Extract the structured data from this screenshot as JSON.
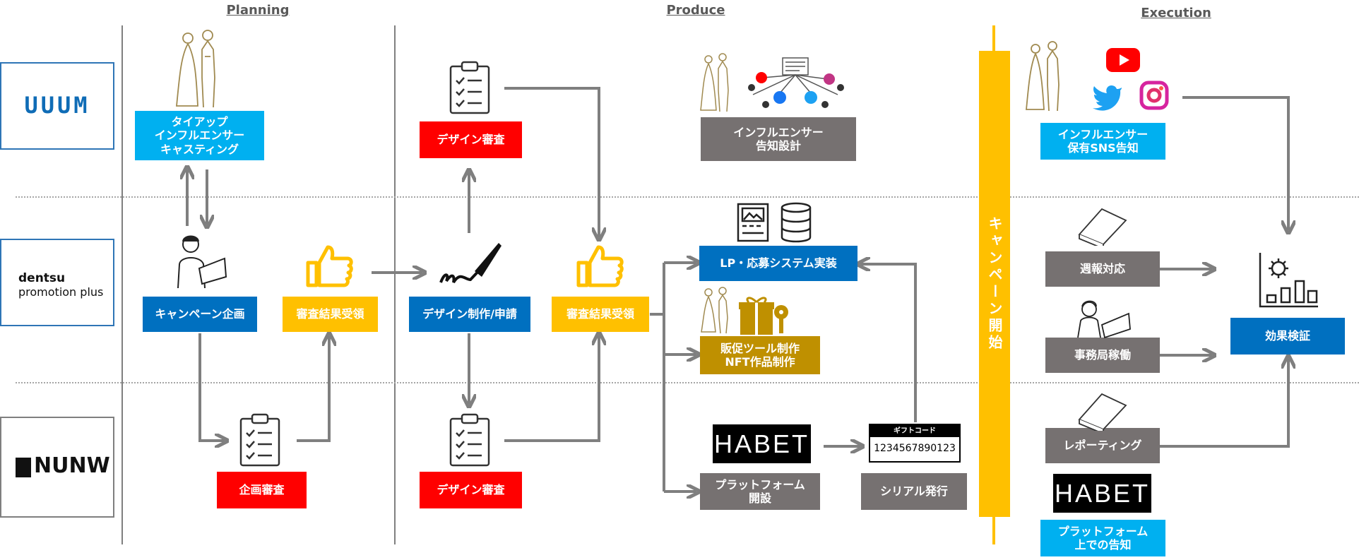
{
  "phases": {
    "planning": "Planning",
    "produce": "Produce",
    "execution": "Execution"
  },
  "lanes": {
    "uuum": "UUUM",
    "dentsu_line1": "dentsu",
    "dentsu_line2": "promotion plus",
    "nunw": "NUNW"
  },
  "boxes": {
    "tieup_casting": "タイアップ\nインフルエンサー\nキャスティング",
    "campaign_plan": "キャンペーン企画",
    "review_result_1": "審査結果受領",
    "plan_review": "企画審査",
    "design_review_top": "デザイン審査",
    "design_production": "デザイン制作/申請",
    "design_review_bottom": "デザイン審査",
    "review_result_2": "審査結果受領",
    "influencer_announce": "インフルエンサー\n告知設計",
    "lp_system": "LP・応募システム実装",
    "promo_tools": "販促ツール制作\nNFT作品制作",
    "platform_setup": "プラットフォーム\n開設",
    "serial_issue": "シリアル発行",
    "campaign_start": "キャンペーン開始",
    "influencer_sns": "インフルエンサー\n保有SNS告知",
    "weekly_report": "週報対応",
    "office_operation": "事務局稼働",
    "reporting": "レポーティング",
    "effect_verification": "効果検証",
    "platform_announce": "プラットフォーム\n上での告知"
  },
  "habet_logo": "HABET",
  "gift_code": {
    "label": "ギフトコード",
    "value": "1234567890123"
  },
  "colors": {
    "blue": "#0070c0",
    "cyan": "#00b0f0",
    "yellow": "#ffc000",
    "red": "#ff0000",
    "gray": "#767171",
    "gold": "#bf9000",
    "arrow": "#7f7f7f"
  },
  "icons": [
    "couple-icon",
    "person-laptop-icon",
    "thumbs-up-icon",
    "clipboard-icon",
    "pen-signature-icon",
    "web-network-icon",
    "document-icon",
    "database-icon",
    "gift-key-icon",
    "youtube-icon",
    "twitter-icon",
    "instagram-icon",
    "book-icon",
    "worker-icon",
    "chart-virus-icon"
  ]
}
